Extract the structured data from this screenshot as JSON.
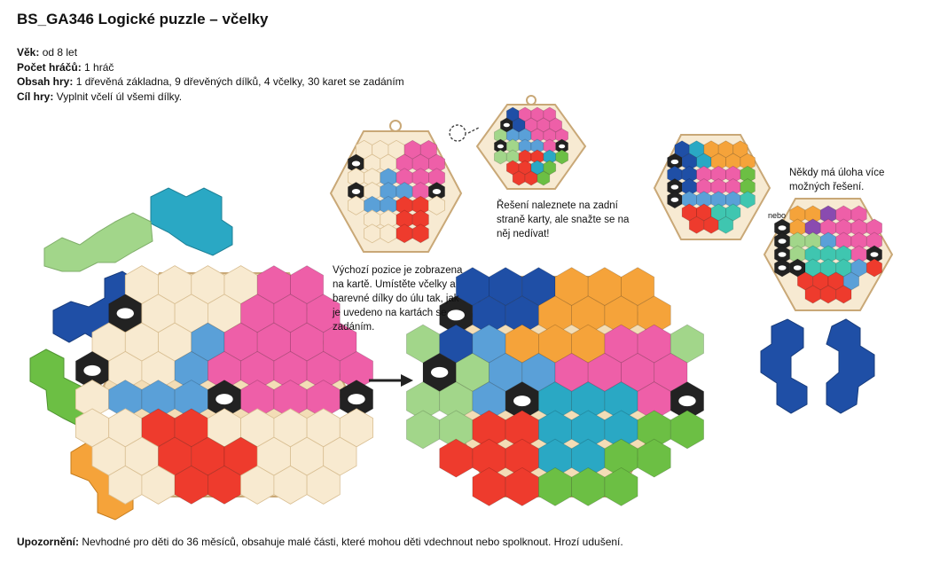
{
  "title": "BS_GA346 Logické puzzle – včelky",
  "info": {
    "age_label": "Věk:",
    "age_value": " od 8 let",
    "players_label": "Počet hráčů:",
    "players_value": " 1 hráč",
    "contents_label": "Obsah hry:",
    "contents_value": " 1 dřevěná základna, 9 dřevěných dílků, 4 včelky, 30 karet se zadáním",
    "goal_label": "Cíl hry:",
    "goal_value": " Vyplnit včelí úl všemi dílky."
  },
  "captions": {
    "solution_back": "Řešení naleznete na zadní straně karty, ale snažte se na něj nedívat!",
    "start_position": "Výchozí pozice je zobrazena na kartě. Umístěte včelky a barevné dílky do úlu tak, jak je uvedeno na kartách se zadáním.",
    "more_solutions": "Někdy má úloha více možných řešení.",
    "nebo": "nebo"
  },
  "warning": {
    "label": "Upozornění:",
    "text": " Nevhodné pro děti do 36 měsíců, obsahuje malé části, které mohou děti vdechnout nebo spolknout. Hrozí udušení."
  },
  "colors": {
    "pink": "#ee5fa8",
    "blue": "#1f4fa6",
    "lightblue": "#5aa0d8",
    "teal": "#2aa8c4",
    "green": "#6cbf44",
    "lightgreen": "#a2d68a",
    "orange": "#f5a33a",
    "red": "#ee3b2d",
    "mint": "#3fc6b0",
    "purple": "#8a4bb0",
    "wood": "#f3ddb6",
    "cell": "#f8ead0",
    "bee": "#222222"
  }
}
